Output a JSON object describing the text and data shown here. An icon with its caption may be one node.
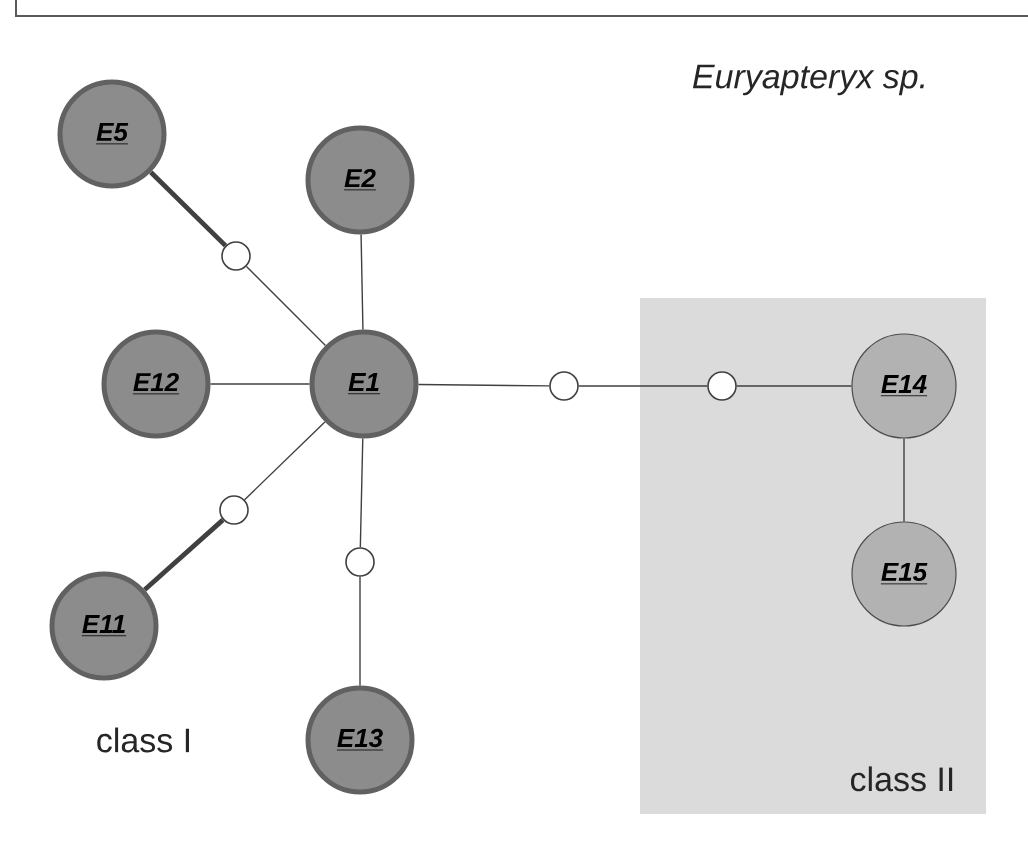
{
  "diagram": {
    "title": "Euryapteryx sp.",
    "nodes": [
      {
        "text": [
          "E5"
        ]
      },
      {
        "text": [],
        "shape": "circle"
      },
      {
        "text": [
          "E2"
        ]
      },
      {
        "text": [
          "E12"
        ]
      },
      {
        "text": [
          "E1"
        ]
      },
      {
        "text": [],
        "shape": "circle"
      },
      {
        "text": [
          "class II"
        ]
      },
      {
        "text": [],
        "shape": "circle",
        "in": 6
      },
      {
        "text": [
          "E14"
        ],
        "in": 6
      },
      {
        "text": [
          "E11"
        ]
      },
      {
        "text": [],
        "shape": "circle"
      },
      {
        "text": [],
        "shape": "circle"
      },
      {
        "text": [
          "E15"
        ],
        "in": 6
      },
      {
        "text": [
          "E13"
        ]
      }
    ],
    "edges": [
      {
        "from": 0,
        "to": 1,
        "arrow": "none",
        "style": "thick"
      },
      {
        "from": 1,
        "to": 4,
        "arrow": "none"
      },
      {
        "from": 2,
        "to": 4,
        "arrow": "none"
      },
      {
        "from": 3,
        "to": 4,
        "arrow": "none"
      },
      {
        "from": 4,
        "to": 5,
        "arrow": "none"
      },
      {
        "from": 5,
        "to": 7,
        "arrow": "none"
      },
      {
        "from": 7,
        "to": 8,
        "arrow": "none"
      },
      {
        "from": 8,
        "to": 12,
        "arrow": "none"
      },
      {
        "from": 4,
        "to": 10,
        "arrow": "none"
      },
      {
        "from": 10,
        "to": 9,
        "arrow": "none",
        "style": "thick"
      },
      {
        "from": 4,
        "to": 11,
        "arrow": "none"
      },
      {
        "from": 11,
        "to": 13,
        "arrow": "none"
      }
    ],
    "labels": [
      "class I"
    ]
  }
}
